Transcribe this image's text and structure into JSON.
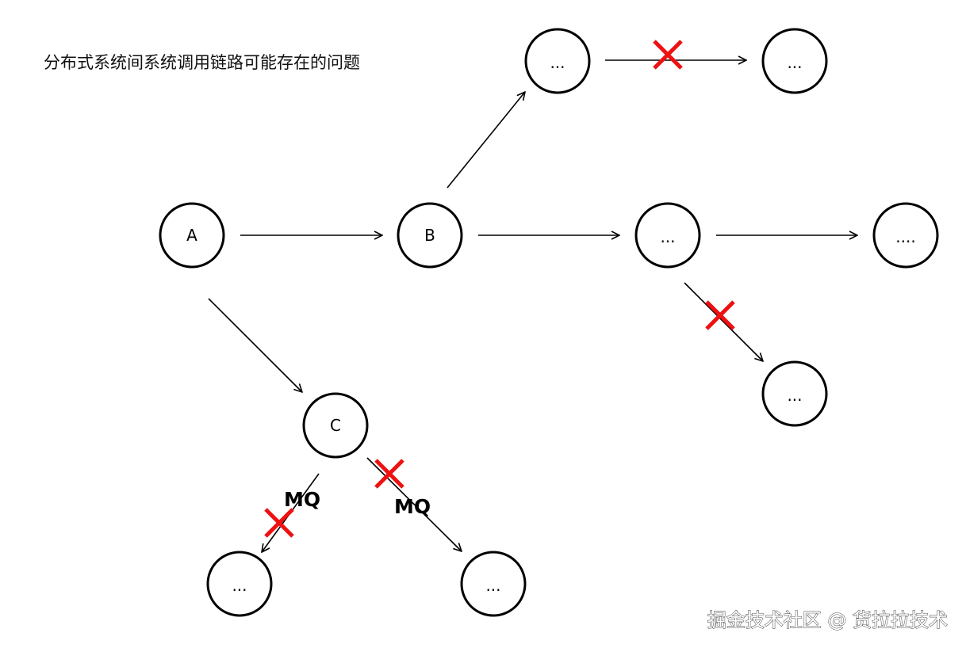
{
  "title": "分布式系统间系统调用链路可能存在的问题",
  "nodes": [
    {
      "id": "A",
      "label": "A"
    },
    {
      "id": "B",
      "label": "B"
    },
    {
      "id": "C",
      "label": "C"
    },
    {
      "id": "b1",
      "label": "..."
    },
    {
      "id": "b1x",
      "label": "..."
    },
    {
      "id": "b2",
      "label": "..."
    },
    {
      "id": "b2a",
      "label": "...."
    },
    {
      "id": "b2x",
      "label": "..."
    },
    {
      "id": "c1",
      "label": "..."
    },
    {
      "id": "c2",
      "label": "..."
    }
  ],
  "edges": [
    {
      "from": "A",
      "to": "B",
      "label": "",
      "blocked": false
    },
    {
      "from": "A",
      "to": "C",
      "label": "",
      "blocked": false
    },
    {
      "from": "B",
      "to": "b1",
      "label": "",
      "blocked": false
    },
    {
      "from": "b1",
      "to": "b1x",
      "label": "",
      "blocked": true
    },
    {
      "from": "B",
      "to": "b2",
      "label": "",
      "blocked": false
    },
    {
      "from": "b2",
      "to": "b2a",
      "label": "",
      "blocked": false
    },
    {
      "from": "b2",
      "to": "b2x",
      "label": "",
      "blocked": true
    },
    {
      "from": "C",
      "to": "c1",
      "label": "MQ",
      "blocked": true
    },
    {
      "from": "C",
      "to": "c2",
      "label": "MQ",
      "blocked": true
    }
  ],
  "colors": {
    "blocked_mark": "#ee1111",
    "stroke": "#000000"
  },
  "watermark": "掘金技术社区 @ 货拉拉技术"
}
